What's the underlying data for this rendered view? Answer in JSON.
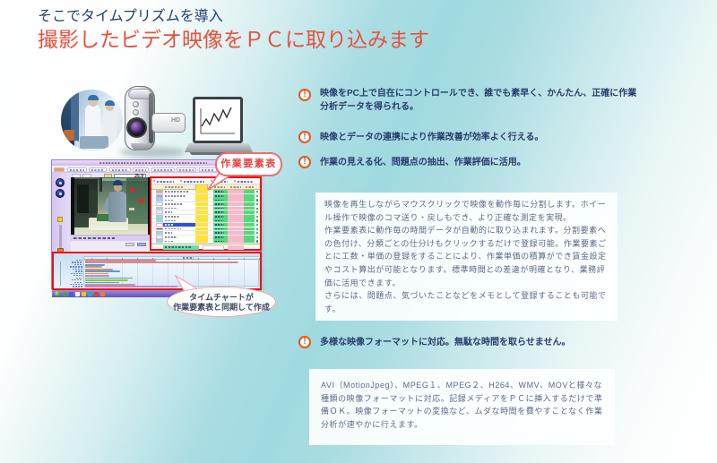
{
  "header": {
    "line1": "そこでタイムプリズムを導入",
    "line2": "撮影したビデオ映像をＰＣに取り込みます",
    "line1_color": "#21406b",
    "line2_color": "#e8513b"
  },
  "features": [
    {
      "icon": "alert-circle",
      "text": "映像をPC上で自在にコントロールでき、誰でも素早く、かんたん、正確に作業分析データを得られる。"
    },
    {
      "icon": "alert-circle",
      "text": "映像とデータの連携により作業改善が効率よく行える。"
    },
    {
      "icon": "alert-circle",
      "text": "作業の見える化、問題点の抽出、作業評価に活用。"
    },
    {
      "icon": "alert-circle",
      "text": "多様な映像フォーマットに対応。無駄な時間を取らせません。"
    }
  ],
  "description_blocks": [
    {
      "text": "映像を再生しながらマウスクリックで映像を動作毎に分割します。ホイール操作で映像のコマ送り・戻しもでき、より正確な測定を実現。\n作業要素表に動作毎の時間データが自動的に取り込まれます。分割要素への色付け、分類ごとの仕分けもクリックするだけで登録可能。作業要素ごとに工数・単価の登録をすることにより、作業単価の積算ができ賃金設定やコスト算出が可能となります。標準時間との差違が明確となり、業務評価に活用できます。\nさらには、問題点、気づいたことなどをメモとして登録することも可能です。"
    },
    {
      "text": "AVI（MotionJpeg）、MPEG１、MPEG２、H264、WMV、MOVと様々な種類の映像フォーマットに対応。記録メディアをＰＣに挿入するだけで準備ＯＫ。映像フォーマットの変換など、ムダな時間を費やすことなく作業分析が速やかに行えます。"
    }
  ],
  "callouts": {
    "table_label": "作業要素表",
    "chart_label_line1": "タイムチャートが",
    "chart_label_line2": "作業要素表と同期して作成"
  },
  "camera_badge": "HD",
  "accent_colors": {
    "bullet_icon": "#e05a20",
    "callout_border": "#ea7070",
    "highlight_border": "#e81212"
  },
  "screenshot": {
    "description": "time-study video analysis software window (video player, work element table, time chart)",
    "counter_value": "25.9",
    "table": {
      "row_swatches": [
        "#f2a070",
        "#8fa6ec",
        "#7de4ea",
        "#ffffff",
        "#7de4ea",
        "#ffffff",
        "#7de4ea",
        "#7de4ea",
        "#ffffff",
        "#e83838",
        "#7de4ea",
        "#ffffff",
        "#7de4ea"
      ],
      "selected_row": 9,
      "highlight_color": "#ffe23c",
      "time_cell_color": "#58d878",
      "category_cell_color": "#f8b8c8",
      "name_dash_widths": [
        26,
        24,
        10,
        20,
        14,
        8,
        16,
        12,
        10,
        18,
        8,
        14,
        10
      ]
    },
    "taskbar_icons": [
      "#4aa43a",
      "#2e6ae0",
      "#f5f5f5",
      "#eec228",
      "#22b2aa",
      "#de4040",
      "#ef7f24"
    ]
  },
  "chart_data": {
    "type": "bar",
    "orientation": "horizontal",
    "title": "",
    "note": "time chart synchronized with work element table; axis labels too small to read",
    "categories": [
      "r1",
      "r2",
      "r3",
      "r4",
      "r5",
      "r6",
      "r7",
      "r8",
      "r9",
      "r10",
      "r11",
      "r12",
      "r13"
    ],
    "values": [
      46,
      100,
      13,
      11,
      18,
      23,
      15,
      16,
      31,
      28,
      22,
      33,
      60
    ],
    "colors": [
      "#d98a8a",
      "#d98a8a",
      "#4aa2dc",
      "#e0945a",
      "#d98a8a",
      "#4aa2dc",
      "#e0945a",
      "#d98a8a",
      "#4aa2dc",
      "#8cc83c",
      "#4aa2dc",
      "#d98a8a",
      "#b48ad8"
    ]
  }
}
